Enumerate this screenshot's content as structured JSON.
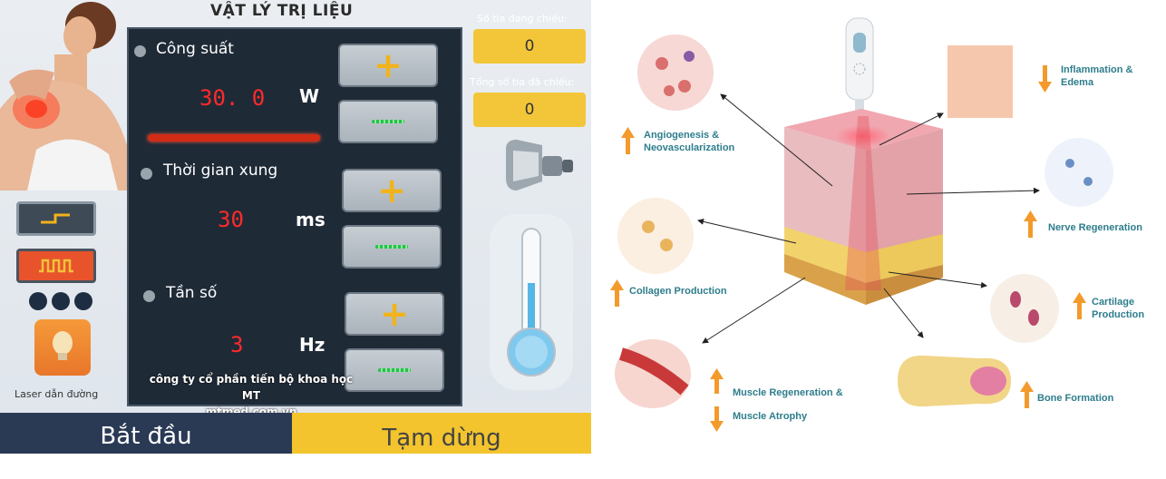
{
  "screen": {
    "title": "VẬT LÝ TRỊ LIỆU",
    "params": [
      {
        "label": "Công suất",
        "value": "30. 0",
        "unit": "W"
      },
      {
        "label": "Thời gian xung",
        "value": "30",
        "unit": "ms"
      },
      {
        "label": "Tần số",
        "value": "3",
        "unit": "Hz"
      }
    ],
    "counters": {
      "current_label": "Số tia đang chiếu:",
      "current_value": "0",
      "total_label": "Tổng số tia đã chiếu:",
      "total_value": "0"
    },
    "laser_guide_label": "Laser dẫn đường",
    "start_label": "Bắt đầu",
    "pause_label": "Tạm dừng",
    "watermark_line1": "công ty cổ phần tiến bộ khoa học MT",
    "watermark_line2": "mtmed.com.vn",
    "colors": {
      "panel": "#1f2a37",
      "value_red": "#ff2a2a",
      "plus_yellow": "#f2b31a",
      "minus_green": "#27c04a",
      "start_bg": "#2a3a55",
      "pause_bg": "#f3c42d",
      "counter_bg": "#f3c63a"
    }
  },
  "diagram": {
    "effects": [
      {
        "label_line1": "Angiogenesis &",
        "label_line2": "Neovascularization",
        "direction": "up"
      },
      {
        "label_line1": "Inflammation &",
        "label_line2": "Edema",
        "direction": "down"
      },
      {
        "label_line1": "Nerve Regeneration",
        "label_line2": "",
        "direction": "up"
      },
      {
        "label_line1": "Collagen Production",
        "label_line2": "",
        "direction": "up"
      },
      {
        "label_line1": "Cartilage",
        "label_line2": "Production",
        "direction": "up"
      },
      {
        "label_line1": "Muscle Regeneration &",
        "label_line2": "Muscle Atrophy",
        "direction": "up-down"
      },
      {
        "label_line1": "Bone Formation",
        "label_line2": "",
        "direction": "up"
      }
    ],
    "colors": {
      "label": "#2e7d8c",
      "arrow": "#f39a2b",
      "skin_top": "#e9a3a8",
      "fat": "#f2d36b",
      "beam": "#e34b5a"
    }
  }
}
